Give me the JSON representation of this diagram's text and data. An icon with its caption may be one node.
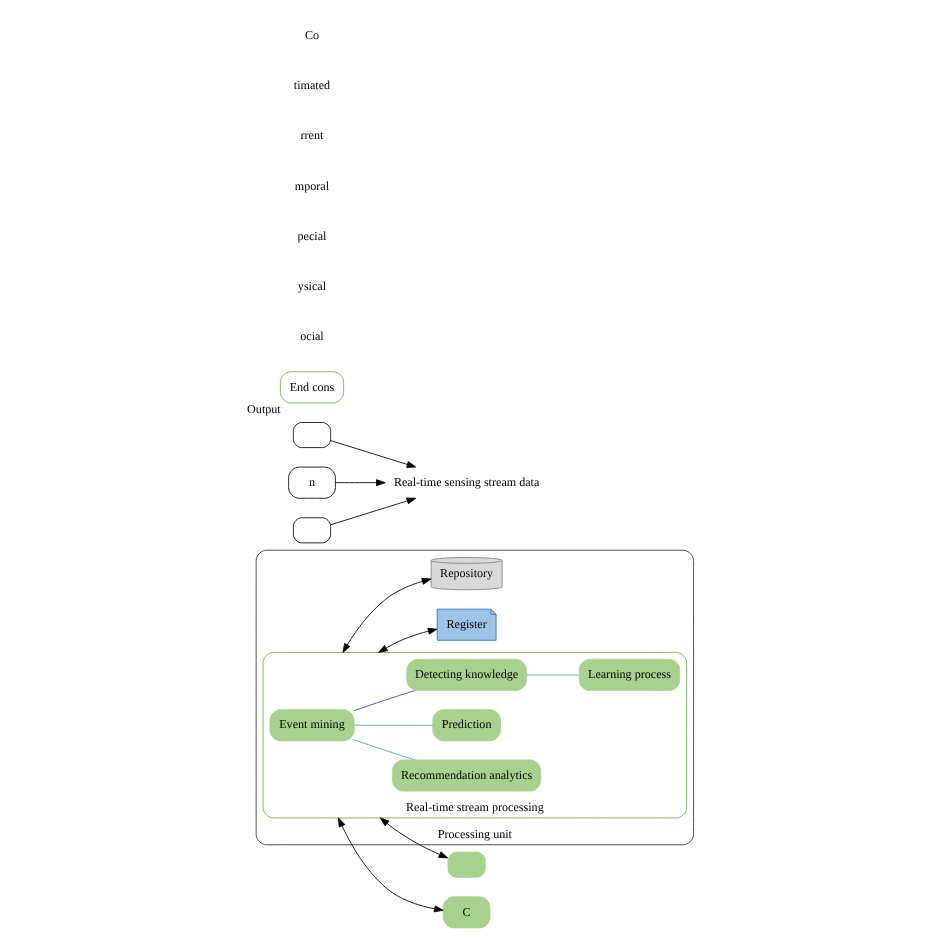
{
  "diagram": {
    "nodes": [
      {
        "text": [
          "Processing unit"
        ]
      },
      {
        "text": [
          "Real-time stream processing"
        ],
        "in": 0
      },
      {
        "text": [
          "Event mining"
        ],
        "in": 1
      },
      {
        "text": [
          "Recommendation analytics"
        ],
        "in": 1
      },
      {
        "text": [
          "Prediction"
        ],
        "in": 1
      },
      {
        "text": [
          "Detecting knowledge"
        ],
        "in": 1
      },
      {
        "text": [
          "Learning process"
        ],
        "in": 1
      },
      {
        "text": [
          "Register"
        ],
        "in": 0
      },
      {
        "text": [
          "Repository"
        ],
        "in": 0
      },
      {
        "text": [
          "Real-time sensing stream data"
        ]
      },
      {
        "text": [],
        "shape": "box"
      },
      {
        "text": [
          "n"
        ]
      },
      {
        "text": [],
        "shape": "box"
      },
      {
        "text": [],
        "shape": "box"
      },
      {
        "text": [
          "C"
        ]
      },
      {
        "text": [
          "End cons"
        ],
        "beside": [
          "Output"
        ]
      }
    ],
    "edges": [
      {
        "from": 10,
        "to": 9,
        "arrow": "to"
      },
      {
        "from": 11,
        "to": 9,
        "arrow": "to"
      },
      {
        "from": 12,
        "to": 9,
        "arrow": "to"
      },
      {
        "from": 2,
        "to": 3,
        "arrow": "none",
        "color": "#5b9bd5"
      },
      {
        "from": 2,
        "to": 4,
        "arrow": "none",
        "color": "#5b9bd5"
      },
      {
        "from": 2,
        "to": 5,
        "arrow": "none",
        "color": "#3344aa"
      },
      {
        "from": 5,
        "to": 6,
        "arrow": "none",
        "color": "#5b9bd5"
      },
      {
        "from": 1,
        "to": 7,
        "arrow": "both"
      },
      {
        "from": 1,
        "to": 8,
        "arrow": "both"
      },
      {
        "from": 1,
        "to": 13,
        "arrow": "both"
      },
      {
        "from": 1,
        "to": 14,
        "arrow": "both"
      }
    ],
    "labels": [
      "ocial",
      "ysical",
      "pecial",
      "mporal",
      "rrent",
      "timated",
      "Co"
    ]
  }
}
